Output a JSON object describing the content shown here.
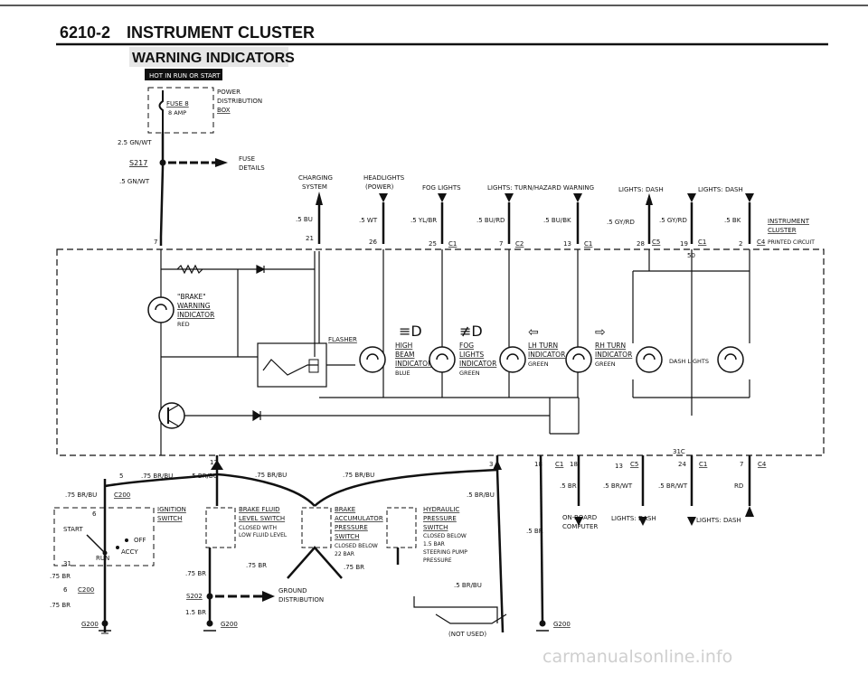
{
  "header": {
    "page_number": "6210-2",
    "section_title": "INSTRUMENT CLUSTER",
    "subtitle": "WARNING INDICATORS",
    "badge": "HOT IN RUN OR START"
  },
  "fuse_box": {
    "fuse": "FUSE 8",
    "rating": "8 AMP",
    "box_label_1": "POWER",
    "box_label_2": "DISTRIBUTION",
    "box_label_3": "BOX"
  },
  "wire_top": {
    "w1": "2.5 GN/WT",
    "splice": "S217",
    "fuse_details_1": "FUSE",
    "fuse_details_2": "DETAILS",
    "w2": ".5 GN/WT"
  },
  "top_labels": {
    "charging_1": "CHARGING",
    "charging_2": "SYSTEM",
    "headlights_1": "HEADLIGHTS",
    "headlights_2": "(POWER)",
    "fog": "FOG LIGHTS",
    "turn": "LIGHTS: TURN/HAZARD WARNING",
    "dash1": "LIGHTS: DASH",
    "dash2": "LIGHTS: DASH"
  },
  "top_wires": {
    "w_bu": ".5 BU",
    "w_wt": ".5 WT",
    "w_ylbr": ".5 YL/BR",
    "w_burd": ".5 BU/RD",
    "w_bubk": ".5 BU/BK",
    "w_gyrd1": ".5 GY/RD",
    "w_gyrd2": ".5 GY/RD",
    "w_bk": ".5 BK"
  },
  "cluster": {
    "label_1": "INSTRUMENT",
    "label_2": "CLUSTER",
    "c4_note": "PRINTED CIRCUIT",
    "pin_7": "7",
    "pin_21": "21",
    "pin_26": "26",
    "pin_25": "25",
    "pin_7b": "7",
    "pin_13": "13",
    "pin_28": "28",
    "pin_19": "19",
    "pin_2": "2",
    "pin_50": "50",
    "c1": "C1",
    "c2": "C2",
    "c5": "C5",
    "c4": "C4"
  },
  "indicators": {
    "brake_1": "\"BRAKE\"",
    "brake_2": "WARNING",
    "brake_3": "INDICATOR",
    "brake_color": "RED",
    "flasher": "FLASHER",
    "hb_1": "HIGH",
    "hb_2": "BEAM",
    "hb_3": "INDICATOR",
    "hb_color": "BLUE",
    "fog_1": "FOG",
    "fog_2": "LIGHTS",
    "fog_3": "INDICATOR",
    "fog_color": "GREEN",
    "lh_1": "LH TURN",
    "lh_2": "INDICATOR",
    "lh_color": "GREEN",
    "rh_1": "RH TURN",
    "rh_2": "INDICATOR",
    "rh_color": "GREEN",
    "dash": "DASH LIGHTS"
  },
  "bottom_pins": {
    "p17": "17",
    "p3": "3",
    "p18": "18",
    "p18b": "18",
    "p13": "13",
    "p24": "24",
    "p7": "7",
    "p31c": "31C",
    "c1a": "C1",
    "c5": "C5",
    "c1b": "C1",
    "c4": "C4"
  },
  "bottom": {
    "w5": "5",
    "w75brbu1": ".75 BR/BU",
    "w5brbu1": ".5 BR/BU",
    "w75brbu2": ".75 BR/BU",
    "w75brbu3": ".75 BR/BU",
    "w75brbu_left": ".75 BR/BU",
    "c200": "C200",
    "w5brbu2": ".5 BR/BU",
    "w5br": ".5 BR",
    "w5brwt1": ".5 BR/WT",
    "w5brwt2": ".5 BR/WT",
    "rd": "RD",
    "onboard_1": "ON-BOARD",
    "onboard_2": "COMPUTER",
    "dash_a": "LIGHTS: DASH",
    "dash_b": "LIGHTS: DASH",
    "w5br_mid": ".5 BR"
  },
  "ignition": {
    "label_1": "IGNITION",
    "label_2": "SWITCH",
    "start": "START",
    "off": "OFF",
    "accy": "ACCY",
    "run": "RUN",
    "pin_6": "6",
    "pin_31": "31",
    "w75br_1": ".75 BR",
    "pin_6b": "6",
    "c200b": "C200",
    "w75br_2": ".75 BR",
    "g200": "G200"
  },
  "switches": {
    "bf_1": "BRAKE FLUID",
    "bf_2": "LEVEL SWITCH",
    "bf_3": "CLOSED WITH",
    "bf_4": "LOW FLUID LEVEL",
    "ba_1": "BRAKE",
    "ba_2": "ACCUMULATOR",
    "ba_3": "PRESSURE",
    "ba_4": "SWITCH",
    "ba_5": "CLOSED BELOW",
    "ba_6": "22 BAR",
    "hy_1": "HYDRAULIC",
    "hy_2": "PRESSURE",
    "hy_3": "SWITCH",
    "hy_4": "CLOSED BELOW",
    "hy_5": "1.5 BAR",
    "hy_6": "STEERING PUMP",
    "hy_7": "PRESSURE"
  },
  "ground": {
    "w75br_a": ".75 BR",
    "w75br_b": ".75 BR",
    "w75br_c": ".75 BR",
    "s202": "S202",
    "gd_1": "GROUND",
    "gd_2": "DISTRIBUTION",
    "w15br": "1.5 BR",
    "g200a": "G200",
    "w5brbu": ".5 BR/BU",
    "not_used": "(NOT USED)",
    "g200b": "G200"
  },
  "watermark": "carmanualsonline.info"
}
